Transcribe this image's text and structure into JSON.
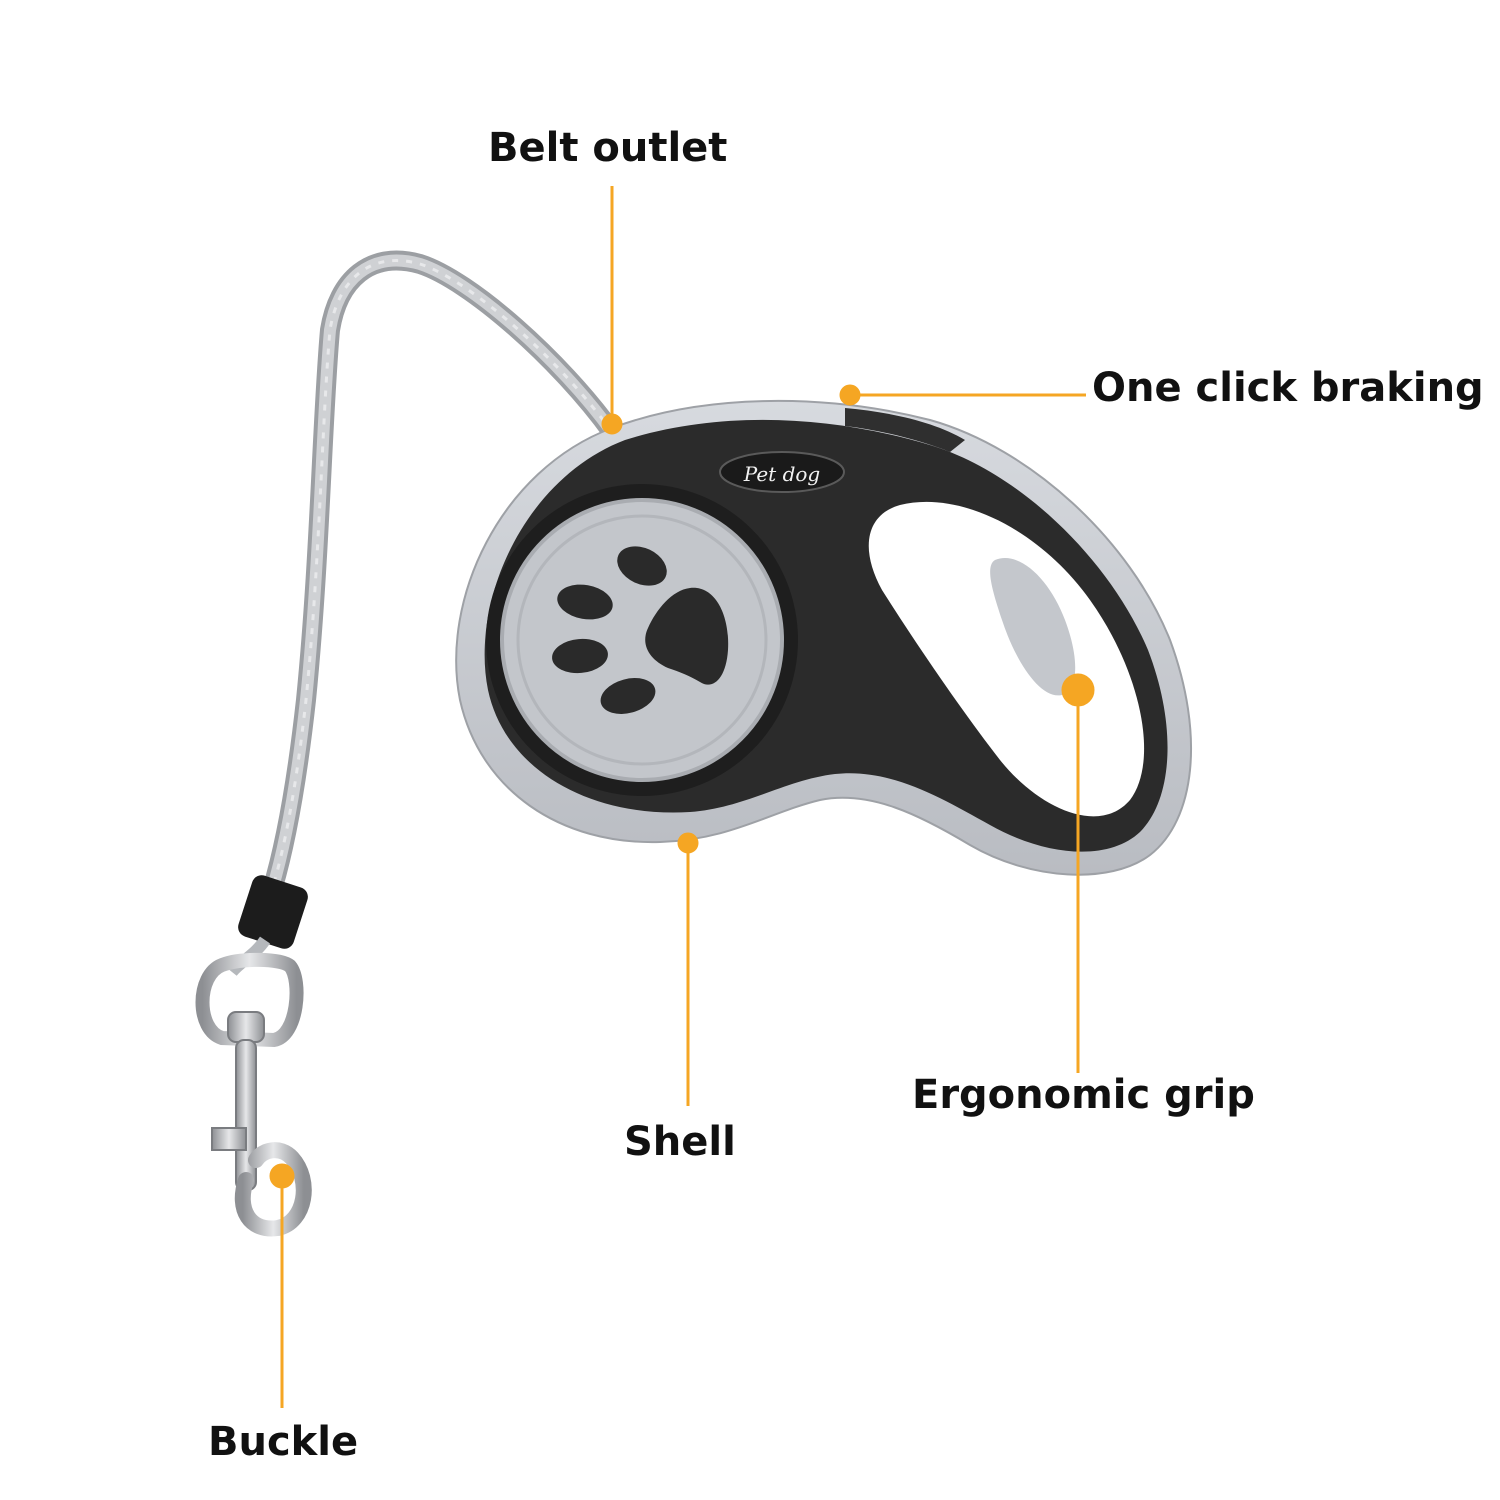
{
  "labels": {
    "belt_outlet": "Belt outlet",
    "one_click_braking": "One click braking",
    "ergonomic_grip": "Ergonomic grip",
    "shell": "Shell",
    "buckle": "Buckle"
  },
  "brand_logo": "Pet dog",
  "colors": {
    "callout": "#f5a623",
    "body_dark": "#2b2b2b",
    "shell_light": "#c9ccd1",
    "strap": "#b5b8bc",
    "metal": "#c0c0c0",
    "text": "#111111"
  },
  "icons": [
    "paw-icon"
  ]
}
